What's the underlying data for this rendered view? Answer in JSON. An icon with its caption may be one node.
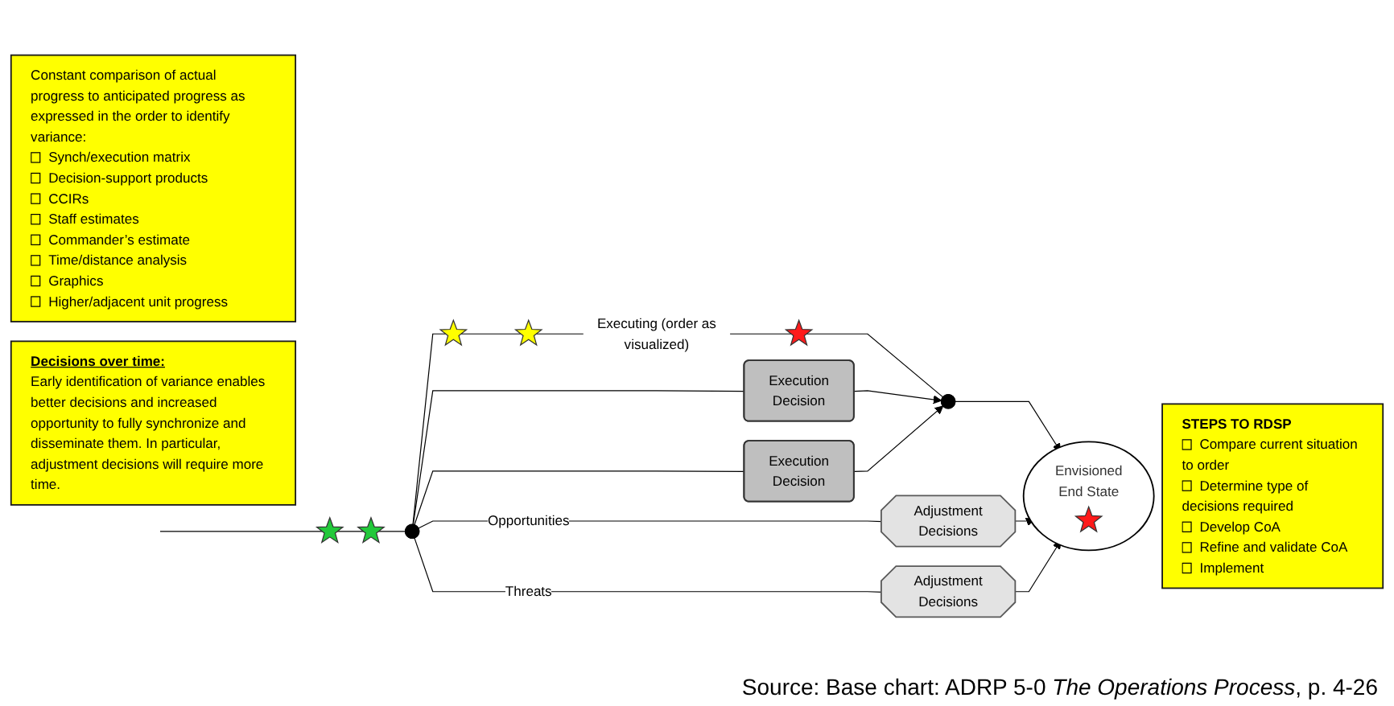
{
  "diagram": {
    "caption": "Source: Base chart: ADRP 5-0 *The Operations Process*, p. 4-26",
    "nodes": [
      {
        "text": [
          "Constant comparison of actual progress to anticipated progress as expressed in the order to identify variance:",
          "Synch/execution matrix",
          "Decision-support products",
          "CCIRs",
          "Staff estimates",
          "Commander’s estimate",
          "Time/distance analysis",
          "Graphics",
          "Higher/adjacent unit progress"
        ]
      },
      {
        "text": [
          "Adjustment Decisions"
        ]
      },
      {
        "text": [
          "STEPS TO RDSP",
          "Compare current situation to order",
          "Determine type of decisions required",
          "Develop CoA",
          "Refine and validate CoA",
          "Implement"
        ]
      },
      {
        "text": [
          "Execution Decision"
        ]
      },
      {
        "text": [
          "Envisioned End State"
        ]
      },
      {
        "text": [],
        "shape": "star",
        "in": 4
      },
      {
        "text": [],
        "shape": "star"
      },
      {
        "text": [],
        "shape": "star"
      },
      {
        "text": [],
        "shape": "point"
      },
      {
        "text": [],
        "shape": "star"
      },
      {
        "text": [],
        "shape": "star"
      },
      {
        "text": [],
        "shape": "star"
      },
      {
        "text": [],
        "shape": "point"
      },
      {
        "text": [
          "Decisions over time:",
          "Early identification of variance enables better decisions and increased opportunity to fully synchronize and disseminate them. In particular, adjustment decisions will require more time."
        ]
      },
      {
        "text": [
          "Execution Decision"
        ]
      },
      {
        "text": [
          "Adjustment Decisions"
        ]
      }
    ],
    "edges": [
      {
        "from": null,
        "to": 6,
        "arrow": "none"
      },
      {
        "from": 6,
        "to": 7,
        "arrow": "none"
      },
      {
        "from": 7,
        "to": 8,
        "arrow": "none"
      },
      {
        "from": 8,
        "to": 1,
        "arrow": "none",
        "label": "Opportunities"
      },
      {
        "from": 8,
        "to": 3,
        "arrow": "none"
      },
      {
        "from": 8,
        "to": 9,
        "arrow": "none"
      },
      {
        "from": 9,
        "to": 10,
        "arrow": "none"
      },
      {
        "from": 10,
        "to": 11,
        "arrow": "none",
        "label": "Executing (order as visualized)"
      },
      {
        "from": 11,
        "to": 12,
        "arrow": "none"
      },
      {
        "from": 12,
        "to": 4,
        "arrow": "to"
      },
      {
        "from": 8,
        "to": 14,
        "arrow": "none"
      },
      {
        "from": 8,
        "to": 15,
        "arrow": "none",
        "label": "Threats"
      },
      {
        "from": 1,
        "to": 4,
        "arrow": "to"
      },
      {
        "from": 3,
        "to": 12,
        "arrow": "to"
      },
      {
        "from": 14,
        "to": 12,
        "arrow": "to"
      },
      {
        "from": 15,
        "to": 4,
        "arrow": "to"
      }
    ]
  }
}
